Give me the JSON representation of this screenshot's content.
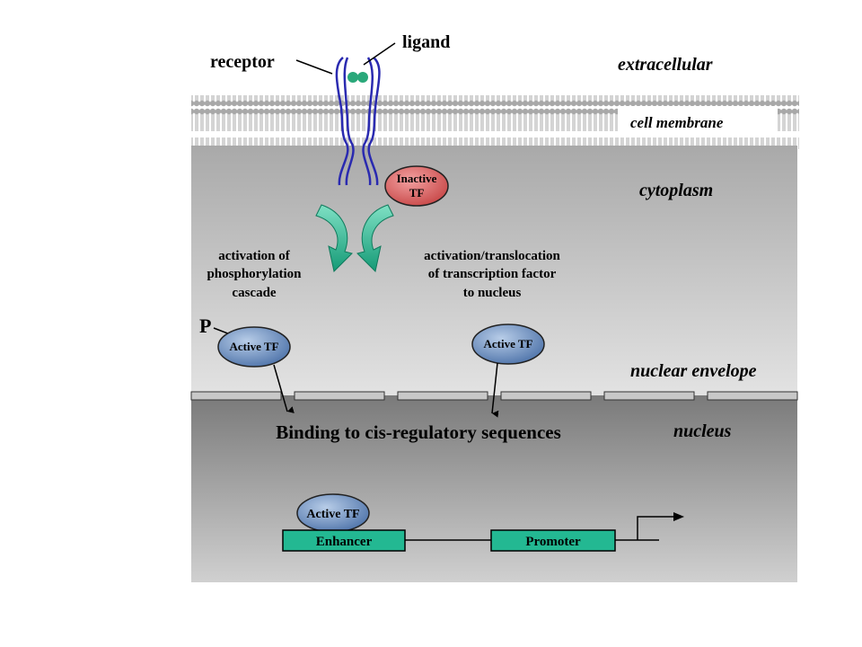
{
  "labels": {
    "receptor": "receptor",
    "ligand": "ligand",
    "extracellular": "extracellular",
    "cell_membrane": "cell membrane",
    "cytoplasm": "cytoplasm",
    "inactive_tf_line1": "Inactive",
    "inactive_tf_line2": "TF",
    "left_arrow_caption": [
      "activation of",
      "phosphorylation",
      "cascade"
    ],
    "right_arrow_caption": [
      "activation/translocation",
      "of transcription factor",
      "to nucleus"
    ],
    "phosphate": "P",
    "active_tf": "Active TF",
    "nuclear_envelope": "nuclear envelope",
    "nucleus": "nucleus",
    "binding": "Binding to cis-regulatory sequences",
    "enhancer": "Enhancer",
    "promoter": "Promoter"
  },
  "colors": {
    "cytoplasm_top": "#a9a9a9",
    "cytoplasm_bottom": "#e4e4e4",
    "nucleus_top": "#7a7a7a",
    "nucleus_bottom": "#d0d0d0",
    "membrane": "#aaaaaa",
    "receptor": "#2a2ab0",
    "ligand": "#2aa87a",
    "tf_active": "#6c8fbf",
    "tf_inactive": "#d45a5a",
    "curved_arrow": "#2ab894",
    "dna_box": "#23b892"
  }
}
